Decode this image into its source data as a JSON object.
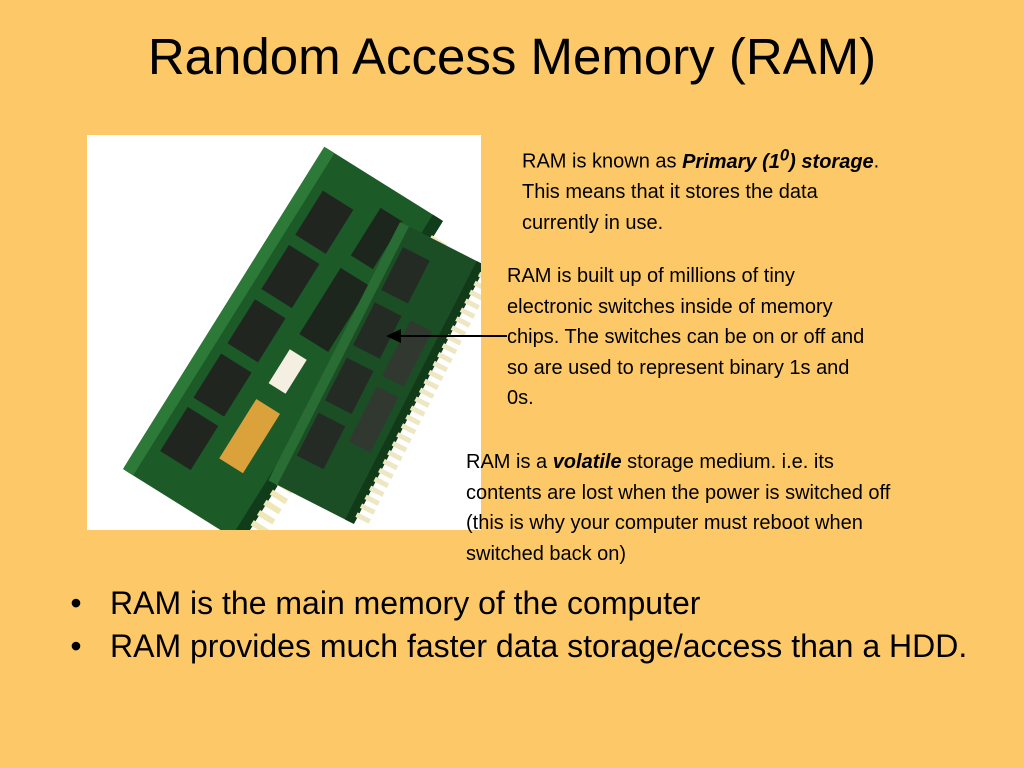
{
  "slide": {
    "title": "Random Access Memory (RAM)",
    "photo_icon": "ram-modules-photo",
    "notes": {
      "primary": {
        "before": "RAM is known as ",
        "emphasis_main": "Primary (1",
        "emphasis_sup": "0",
        "emphasis_close": ")",
        "emphasis_second": "storage",
        "after": ". This means that it stores the data currently in use."
      },
      "switches": {
        "text": "RAM is built up of millions of tiny electronic switches inside of memory chips.  The switches can be on or off and so are used to represent binary 1s and 0s."
      },
      "volatile": {
        "before": "RAM is a ",
        "emphasis": "volatile",
        "after": " storage medium. i.e. its contents are lost when the power is switched off (this is why your computer must reboot when switched back on)"
      }
    },
    "bullets": [
      "RAM is the main memory of the computer",
      "RAM provides much faster data storage/access than a HDD."
    ],
    "bullet_glyph": "•",
    "colors": {
      "background": "#fdc968",
      "text": "#000000"
    }
  }
}
